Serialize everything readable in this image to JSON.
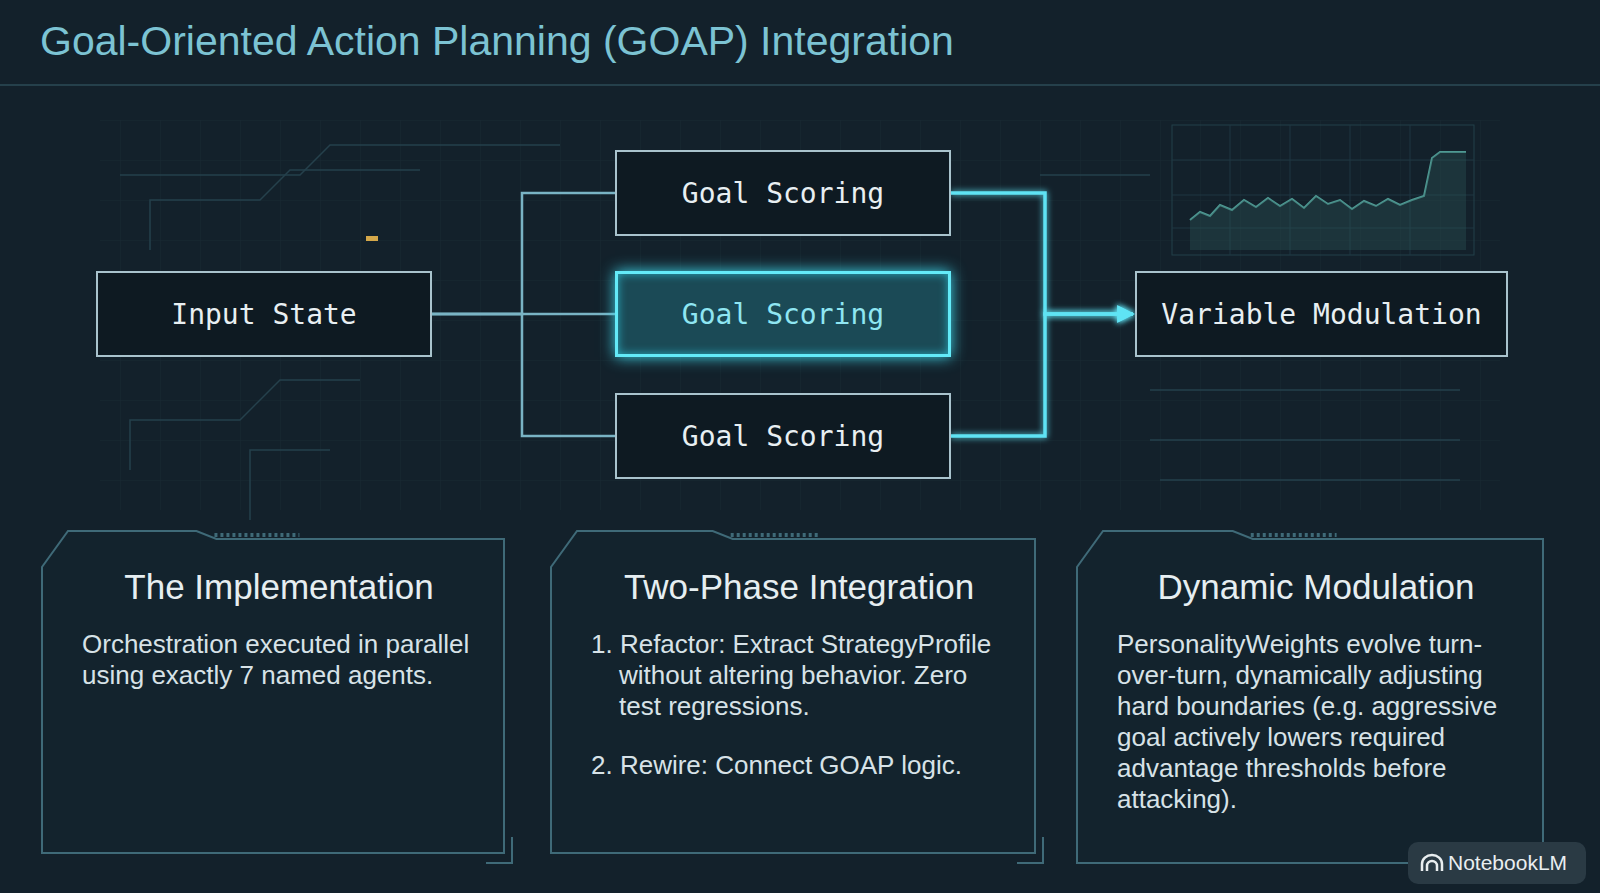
{
  "diagram": {
    "title": "Goal-Oriented Action Planning (GOAP) Integration",
    "nodes": [
      {
        "text": [
          "Input State"
        ]
      },
      {
        "text": [
          "Goal Scoring"
        ]
      },
      {
        "text": [
          "Goal Scoring"
        ]
      },
      {
        "text": [
          "Goal Scoring"
        ]
      },
      {
        "text": [
          "Variable Modulation"
        ]
      },
      {
        "text": [
          "The Implementation",
          "Orchestration executed in parallel using exactly 7 named agents."
        ]
      },
      {
        "text": [
          "Two-Phase Integration",
          "1. Refactor: Extract StrategyProfile without altering behavior. Zero test regressions.",
          "2. Rewire: Connect GOAP logic."
        ]
      },
      {
        "text": [
          "Dynamic Modulation",
          "PersonalityWeights evolve turn-over-turn, dynamically adjusting hard boundaries (e.g. aggressive goal actively lowers required advantage thresholds before attacking)."
        ]
      }
    ],
    "edges": [
      {
        "from": 0,
        "to": 1,
        "arrow": "none"
      },
      {
        "from": 0,
        "to": 2,
        "arrow": "none"
      },
      {
        "from": 0,
        "to": 3,
        "arrow": "none"
      },
      {
        "from": 1,
        "to": 4,
        "arrow": "to"
      },
      {
        "from": 2,
        "to": 4,
        "arrow": "to"
      },
      {
        "from": 3,
        "to": 4,
        "arrow": "to"
      }
    ],
    "labels": [
      "NotebookLM"
    ]
  }
}
